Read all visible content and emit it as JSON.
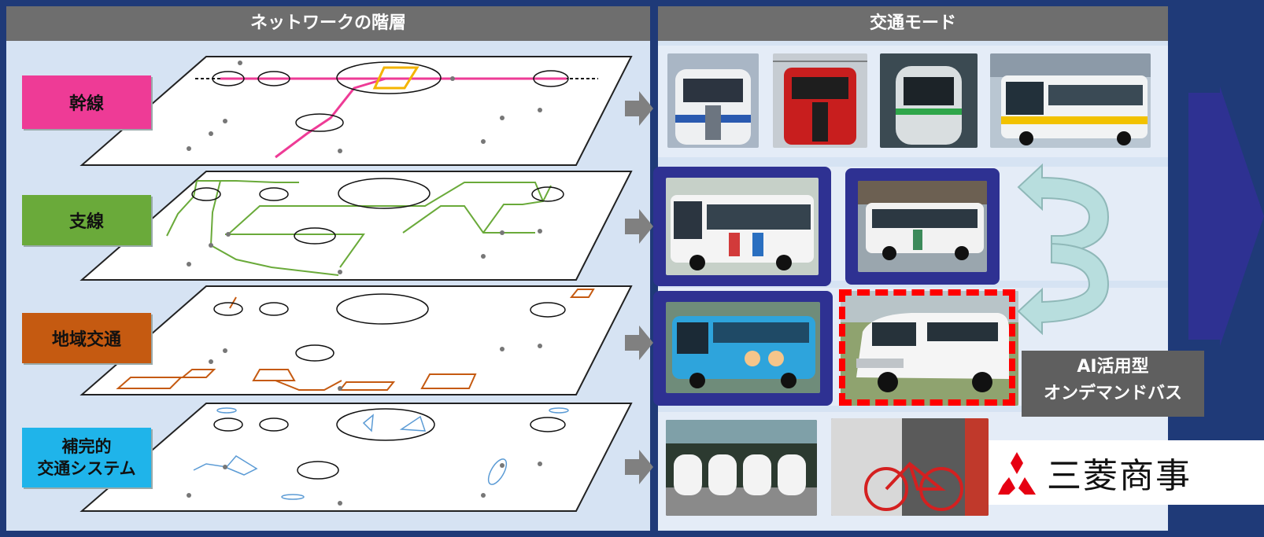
{
  "left_header": "ネットワークの階層",
  "right_header": "交通モード",
  "layers": [
    {
      "label": "幹線",
      "color": "#ee3b96"
    },
    {
      "label": "支線",
      "color": "#6aaa3a"
    },
    {
      "label": "地域交通",
      "color": "#c55a11"
    },
    {
      "label": "補完的\n交通システム",
      "color": "#1fb4ea"
    }
  ],
  "ai_label": "AI活用型\nオンデマンドバス",
  "logo_text": "三菱商事",
  "colors": {
    "header_gray": "#6e6e6e",
    "panel_bg": "#d6e3f3",
    "navy_frame": "#2e3192",
    "dashed_red": "#ff0000",
    "big_arrow": "#2e3192",
    "cycle_arrow": "#b8dede"
  },
  "icons": {
    "mode_arrow": "gray-right-arrow-icon",
    "swap": "curved-double-arrow-icon",
    "logo_mark": "three-diamonds-icon"
  }
}
